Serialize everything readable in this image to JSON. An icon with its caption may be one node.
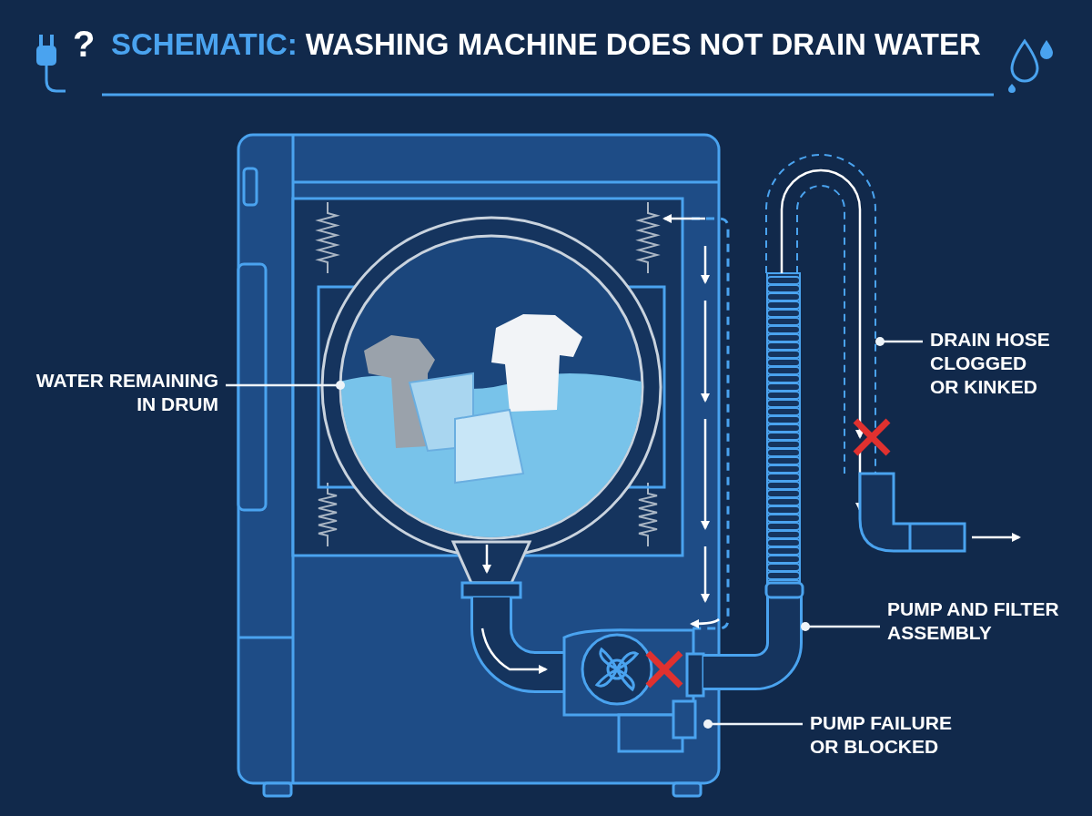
{
  "diagram": {
    "title": "SCHEMATIC: WASHING MACHINE DOES NOT DRAIN WATER",
    "nodes": [
      {
        "text": [
          "WATER REMAINING IN DRUM"
        ]
      },
      {
        "text": [],
        "shape": "circle"
      },
      {
        "text": [
          "DRAIN HOSE CLOGGED OR KINKED"
        ]
      },
      {
        "text": [],
        "shape": "picture"
      },
      {
        "text": [
          "PUMP AND FILTER ASSEMBLY"
        ]
      },
      {
        "text": [],
        "shape": "picture"
      },
      {
        "text": [
          "PUMP FAILURE OR BLOCKED"
        ]
      },
      {
        "text": [],
        "shape": "box"
      }
    ],
    "edges": [
      {
        "from": 0,
        "to": 1,
        "arrow": "other"
      },
      {
        "from": 2,
        "to": 3,
        "arrow": "other"
      },
      {
        "from": 4,
        "to": 5,
        "arrow": "other"
      },
      {
        "from": 6,
        "to": 7,
        "arrow": "other"
      }
    ],
    "labels": [
      "?"
    ]
  }
}
